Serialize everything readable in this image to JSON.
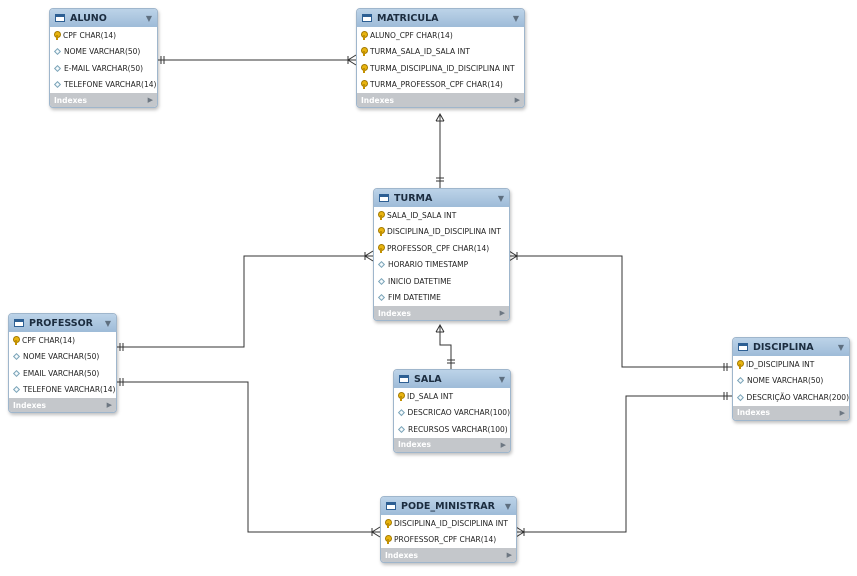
{
  "colors": {
    "header": "#a8c4de",
    "line": "#333333",
    "footer": "#c4c7cb"
  },
  "tables": {
    "aluno": {
      "name": "ALUNO",
      "columns": [
        {
          "text": "CPF CHAR(14)",
          "key": true
        },
        {
          "text": "NOME VARCHAR(50)",
          "key": false
        },
        {
          "text": "E-MAIL VARCHAR(50)",
          "key": false
        },
        {
          "text": "TELEFONE VARCHAR(14)",
          "key": false
        }
      ],
      "footer": "Indexes"
    },
    "matricula": {
      "name": "MATRICULA",
      "columns": [
        {
          "text": "ALUNO_CPF CHAR(14)",
          "key": true
        },
        {
          "text": "TURMA_SALA_ID_SALA INT",
          "key": true
        },
        {
          "text": "TURMA_DISCIPLINA_ID_DISCIPLINA INT",
          "key": true
        },
        {
          "text": "TURMA_PROFESSOR_CPF CHAR(14)",
          "key": true
        }
      ],
      "footer": "Indexes"
    },
    "turma": {
      "name": "TURMA",
      "columns": [
        {
          "text": "SALA_ID_SALA INT",
          "key": true
        },
        {
          "text": "DISCIPLINA_ID_DISCIPLINA INT",
          "key": true
        },
        {
          "text": "PROFESSOR_CPF CHAR(14)",
          "key": true
        },
        {
          "text": "HORARIO TIMESTAMP",
          "key": false
        },
        {
          "text": "INICIO DATETIME",
          "key": false
        },
        {
          "text": "FIM DATETIME",
          "key": false
        }
      ],
      "footer": "Indexes"
    },
    "professor": {
      "name": "PROFESSOR",
      "columns": [
        {
          "text": "CPF CHAR(14)",
          "key": true
        },
        {
          "text": "NOME VARCHAR(50)",
          "key": false
        },
        {
          "text": "EMAIL VARCHAR(50)",
          "key": false
        },
        {
          "text": "TELEFONE VARCHAR(14)",
          "key": false
        }
      ],
      "footer": "Indexes"
    },
    "sala": {
      "name": "SALA",
      "columns": [
        {
          "text": "ID_SALA INT",
          "key": true
        },
        {
          "text": "DESCRICAO VARCHAR(100)",
          "key": false
        },
        {
          "text": "RECURSOS VARCHAR(100)",
          "key": false
        }
      ],
      "footer": "Indexes"
    },
    "disciplina": {
      "name": "DISCIPLINA",
      "columns": [
        {
          "text": "ID_DISCIPLINA INT",
          "key": true
        },
        {
          "text": "NOME VARCHAR(50)",
          "key": false
        },
        {
          "text": "DESCRIÇÃO VARCHAR(200)",
          "key": false
        }
      ],
      "footer": "Indexes"
    },
    "pode_ministrar": {
      "name": "PODE_MINISTRAR",
      "columns": [
        {
          "text": "DISCIPLINA_ID_DISCIPLINA INT",
          "key": true
        },
        {
          "text": "PROFESSOR_CPF CHAR(14)",
          "key": true
        }
      ],
      "footer": "Indexes"
    }
  }
}
